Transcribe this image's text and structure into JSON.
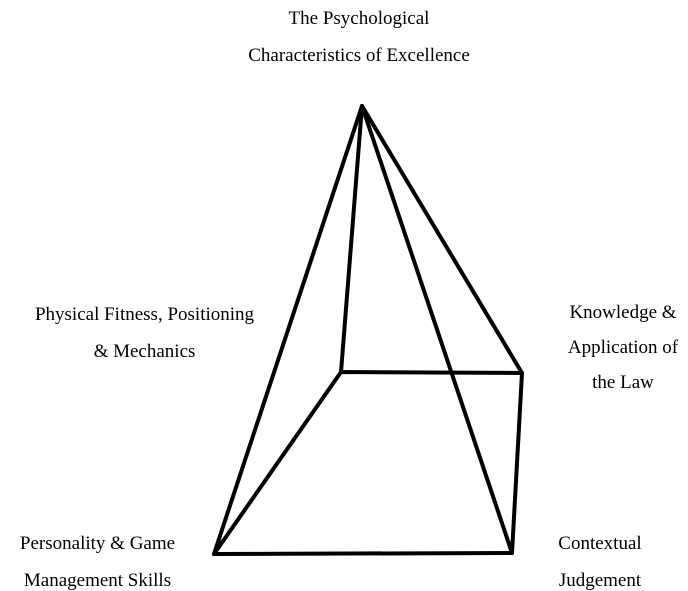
{
  "diagram": {
    "apex_label": {
      "lines": [
        "The Psychological",
        "Characteristics of Excellence"
      ]
    },
    "back_left_label": {
      "lines": [
        "Physical Fitness, Positioning",
        "& Mechanics"
      ]
    },
    "back_right_label": {
      "lines": [
        "Knowledge &",
        "Application of",
        "the Law"
      ]
    },
    "front_left_label": {
      "lines": [
        "Personality & Game",
        "Management Skills"
      ]
    },
    "front_right_label": {
      "lines": [
        "Contextual",
        "Judgement"
      ]
    },
    "stroke_color": "#000000",
    "background_color": "#ffffff"
  }
}
